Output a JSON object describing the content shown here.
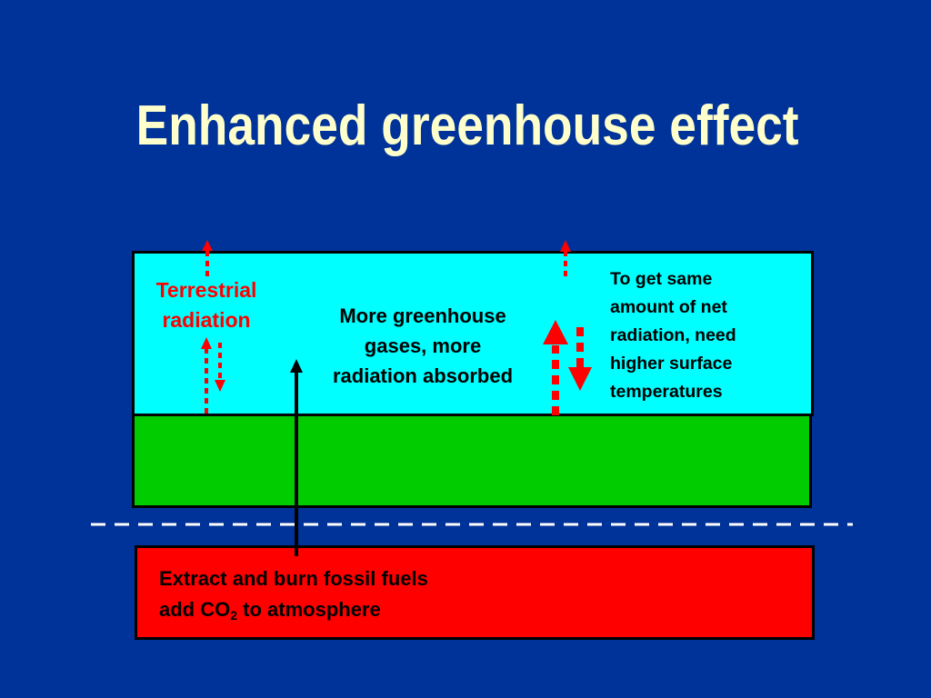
{
  "title": "Enhanced greenhouse effect",
  "labels": {
    "terrestrial_line1": "Terrestrial",
    "terrestrial_line2": "radiation",
    "middle_line1": "More greenhouse",
    "middle_line2": "gases, more",
    "middle_line3": "radiation absorbed",
    "right_line1": "To get same",
    "right_line2": "amount of net",
    "right_line3": "radiation, need",
    "right_line4": "higher surface",
    "right_line5": "temperatures",
    "fuel_line1": "Extract and burn fossil fuels",
    "fuel_line2_pre": "add CO",
    "fuel_line2_sub": "2",
    "fuel_line2_post": " to atmosphere"
  },
  "colors": {
    "background": "#003399",
    "title": "#ffffcc",
    "atmosphere": "#00ffff",
    "ground": "#00cc00",
    "reservoir": "#ff0000",
    "arrow_red": "#ff0000",
    "arrow_black": "#000000"
  }
}
